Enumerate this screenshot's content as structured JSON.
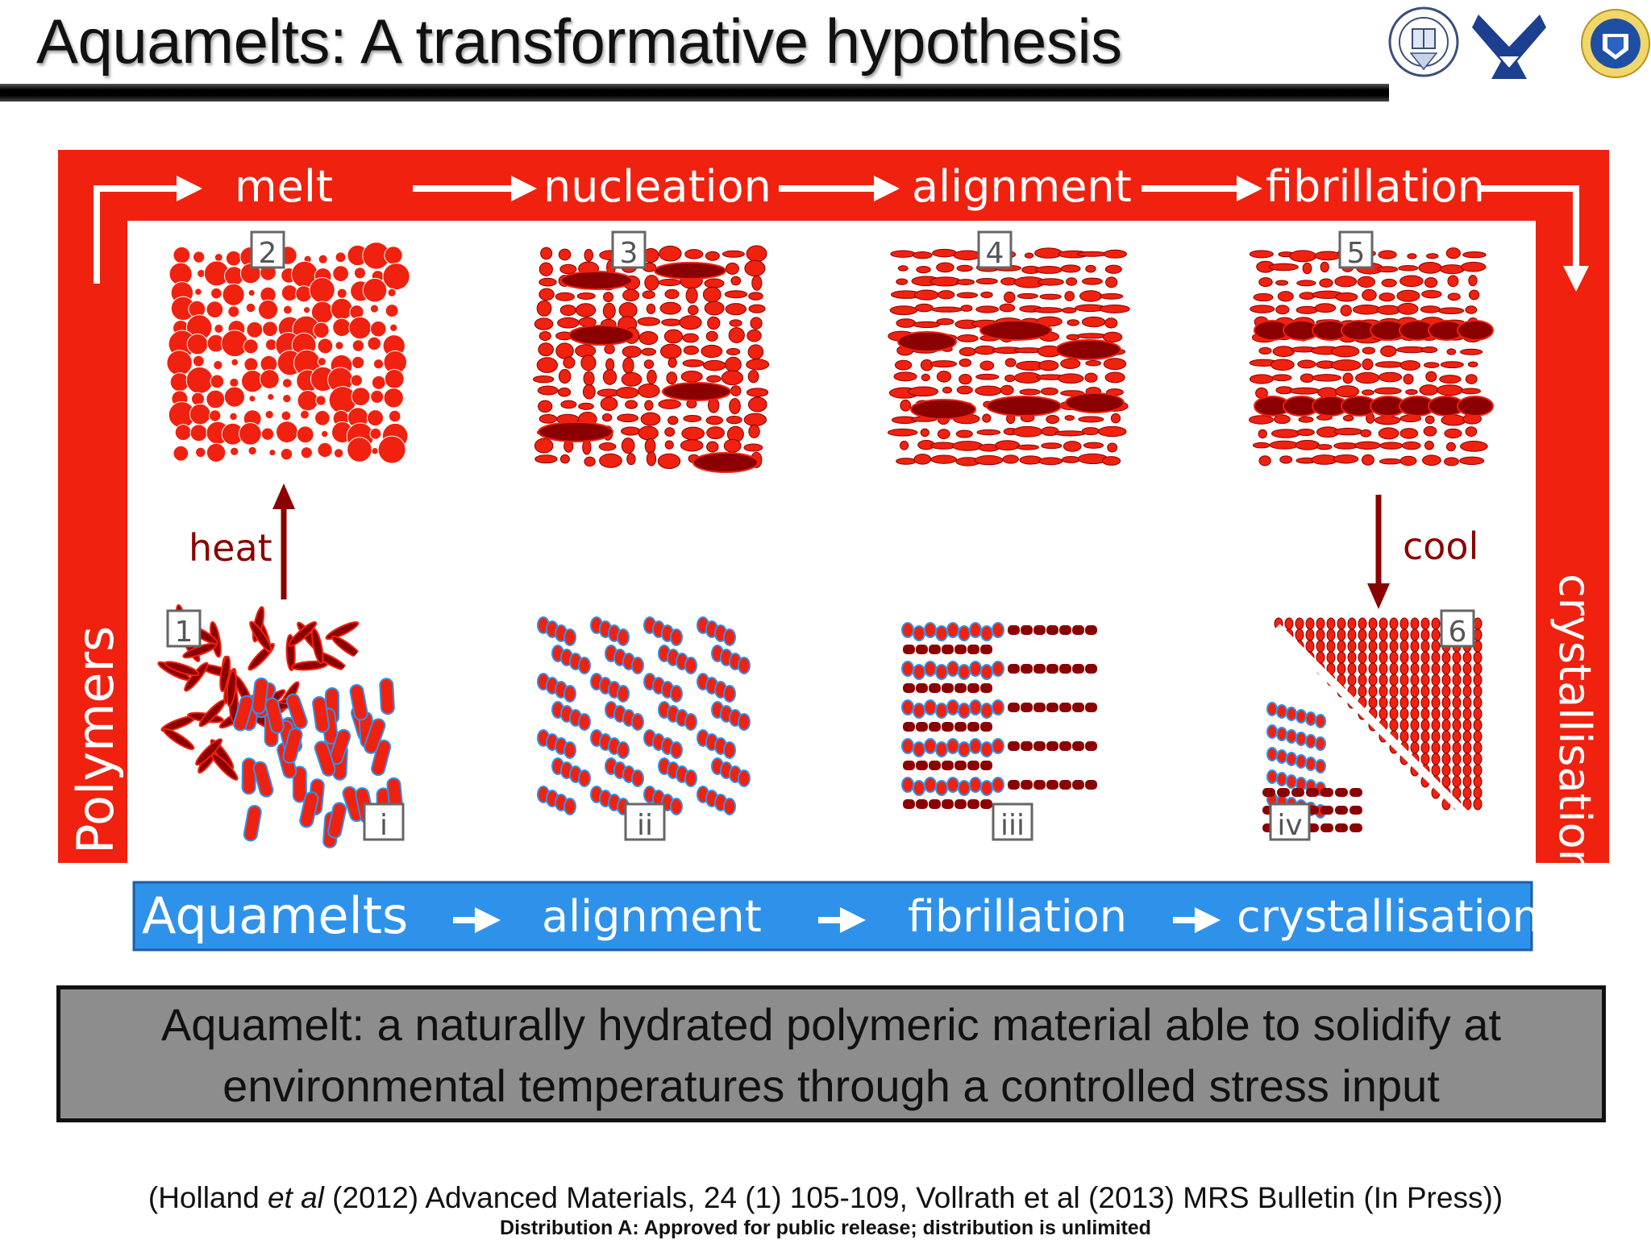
{
  "slide": {
    "title": "Aquamelts: A transformative hypothesis",
    "logos": [
      "university-of-oxford-seal",
      "air-force-wings-emblem",
      "air-force-research-laboratory-shield"
    ]
  },
  "diagram": {
    "top_flow": [
      "melt",
      "nucleation",
      "alignment",
      "fibrillation"
    ],
    "left_label": "Polymers",
    "right_label": "crystallisation",
    "heat_label": "heat",
    "cool_label": "cool",
    "panel_numbers": [
      "1",
      "2",
      "3",
      "4",
      "5",
      "6"
    ],
    "panel_numerals": [
      "i",
      "ii",
      "iii",
      "iv"
    ],
    "bottom_flow": [
      "Aquamelts",
      "alignment",
      "fibrillation",
      "crystallisation"
    ],
    "colors": {
      "polymer_red": "#f0210f",
      "aquamelt_blue": "#2f92ea",
      "dark_red": "#8b0000"
    }
  },
  "definition": {
    "line1": "Aquamelt: a naturally hydrated polymeric material able to solidify at",
    "line2": "environmental temperatures through a controlled stress input"
  },
  "footer": {
    "reference_pre": "(Holland ",
    "reference_italic": "et al",
    "reference_post": " (2012) Advanced Materials, 24 (1) 105-109, Vollrath et al (2013) MRS Bulletin (In Press))",
    "distribution": "Distribution A:  Approved for public release; distribution is unlimited"
  }
}
